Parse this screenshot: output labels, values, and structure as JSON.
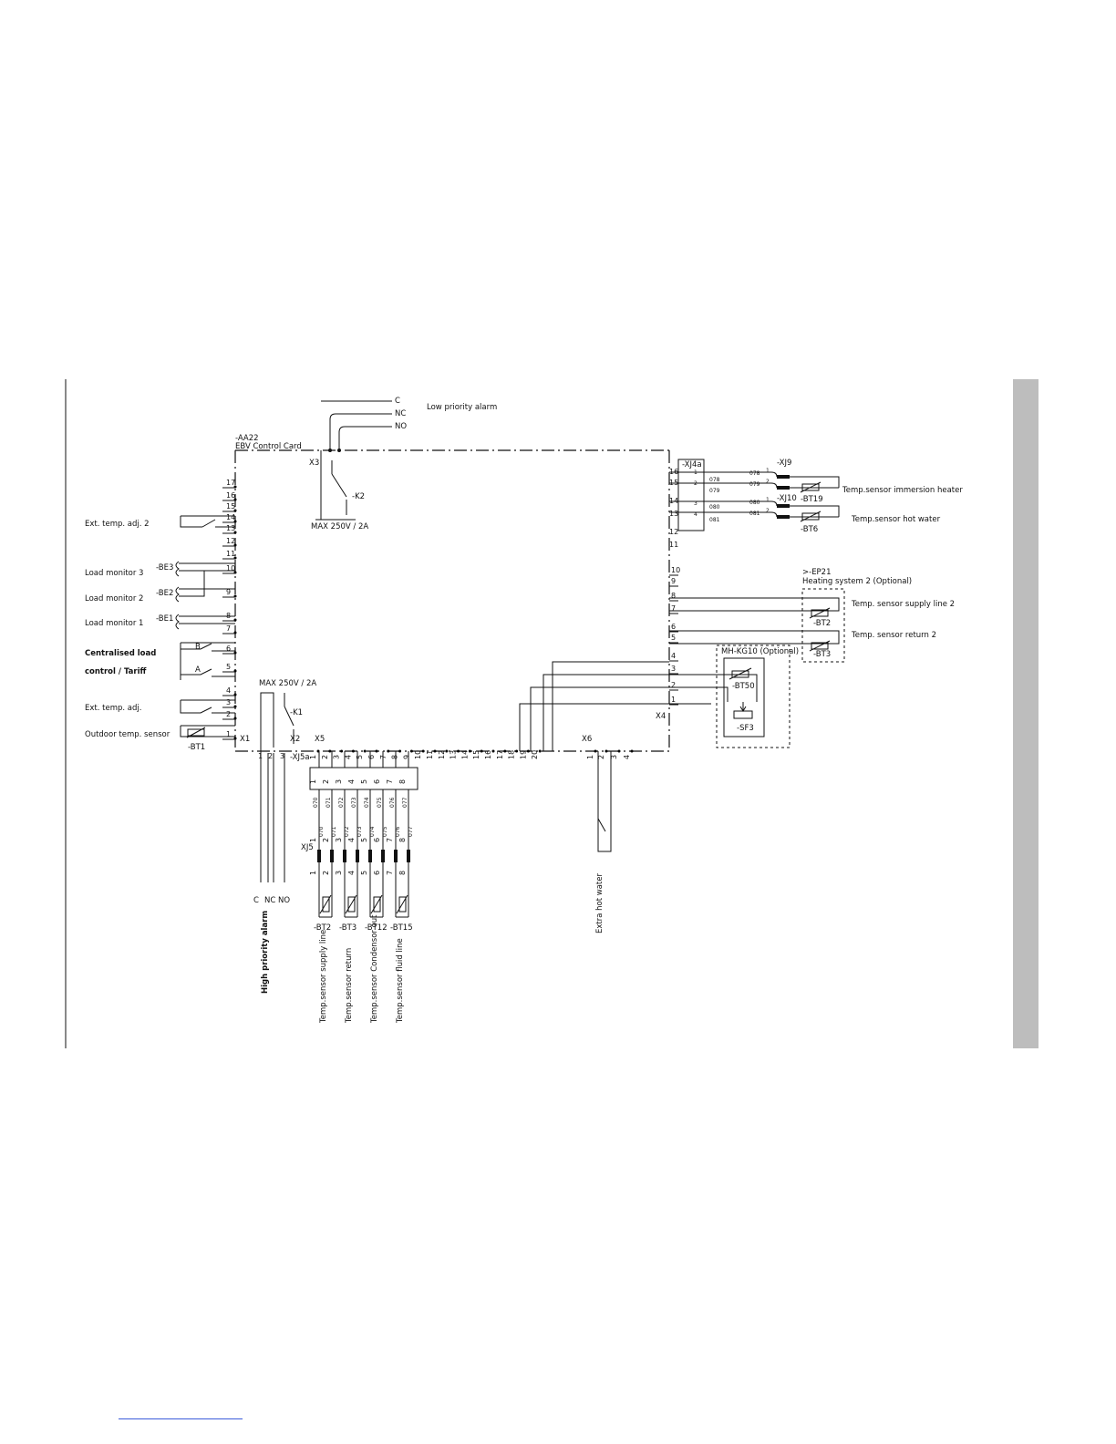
{
  "board": {
    "ref": "-AA22",
    "name": "EBV Control Card"
  },
  "connectors": {
    "x1": "X1",
    "x2": "X2",
    "x3": "X3",
    "x4": "X4",
    "x5": "X5",
    "x6": "X6",
    "xj5a": "-XJ5a",
    "xj5": "XJ5",
    "xj4a": "-XJ4a",
    "xj9": "-XJ9",
    "xj10": "-XJ10"
  },
  "top_relay": {
    "c": "C",
    "nc": "NC",
    "no": "NO",
    "title": "Low priority alarm",
    "rating": "MAX 250V / 2A",
    "ref": "-K2"
  },
  "left_inputs": {
    "ext_temp_adj_2": "Ext. temp. adj. 2",
    "load_monitor_3": "Load monitor 3",
    "load_monitor_2": "Load monitor 2",
    "load_monitor_1": "Load monitor 1",
    "be3": "-BE3",
    "be2": "-BE2",
    "be1": "-BE1",
    "centralised_1": "Centralised load",
    "centralised_2": "control / Tariff",
    "b": "B",
    "a": "A",
    "ext_temp_adj": "Ext. temp. adj.",
    "outdoor_sensor": "Outdoor temp. sensor",
    "bt1": "-BT1"
  },
  "left_pins": [
    "17",
    "16",
    "15",
    "14",
    "13",
    "12",
    "11",
    "10",
    "9",
    "8",
    "7",
    "6",
    "5",
    "4",
    "3",
    "2",
    "1"
  ],
  "right_lower_pins": [
    "10",
    "9",
    "8",
    "7",
    "6",
    "5",
    "4",
    "3",
    "2",
    "1"
  ],
  "right_upper_pins": [
    "16",
    "15",
    "14",
    "13",
    "12",
    "11"
  ],
  "bottom_pins": [
    "1",
    "2",
    "3",
    "4",
    "5",
    "6",
    "7",
    "8",
    "9",
    "10",
    "11",
    "12",
    "13",
    "14",
    "15",
    "16",
    "17",
    "18",
    "19",
    "20"
  ],
  "bottom_relay": {
    "rating": "MAX 250V / 2A",
    "ref": "-K1",
    "pins": [
      "1",
      "2",
      "3"
    ],
    "c": "C",
    "nc": "NC",
    "no": "NO",
    "title": "High priority alarm"
  },
  "xj5_pins": [
    "1",
    "2",
    "3",
    "4",
    "5",
    "6",
    "7",
    "8"
  ],
  "wire_numbers": [
    "070",
    "071",
    "072",
    "073",
    "074",
    "075",
    "076",
    "077"
  ],
  "xj5_wire_numbers": [
    "070",
    "071",
    "072",
    "073",
    "074",
    "075",
    "076",
    "077"
  ],
  "sensors_bottom": [
    {
      "ref": "-BT2",
      "label": "Temp.sensor supply line"
    },
    {
      "ref": "-BT3",
      "label": "Temp.sensor return"
    },
    {
      "ref": "-BT12",
      "label": "Temp.sensor Condensor out"
    },
    {
      "ref": "-BT15",
      "label": "Temp.sensor fluid line"
    }
  ],
  "x6": {
    "pins": [
      "1",
      "2",
      "3",
      "4"
    ],
    "label": "Extra hot water"
  },
  "right_top": {
    "xj4a_pins": [
      "1",
      "2",
      "3",
      "4"
    ],
    "wires": [
      "078",
      "079",
      "080",
      "081"
    ],
    "xj9_wires": [
      "078",
      "079"
    ],
    "xj10_wires": [
      "080",
      "081"
    ],
    "plug_pins": [
      "1",
      "2",
      "1",
      "2"
    ],
    "bt19": "-BT19",
    "bt19_label": "Temp.sensor immersion heater",
    "bt6": "-BT6",
    "bt6_label": "Temp.sensor hot water"
  },
  "ep21": {
    "ref": ">-EP21",
    "title": "Heating system 2 (Optional)",
    "supply_label": "Temp. sensor supply line 2",
    "return_label": "Temp. sensor return 2",
    "bt2": "-BT2",
    "bt3": "-BT3"
  },
  "mhkg10": {
    "title": "MH-KG10 (Optional)",
    "bt50": "-BT50",
    "sf3": "-SF3"
  }
}
